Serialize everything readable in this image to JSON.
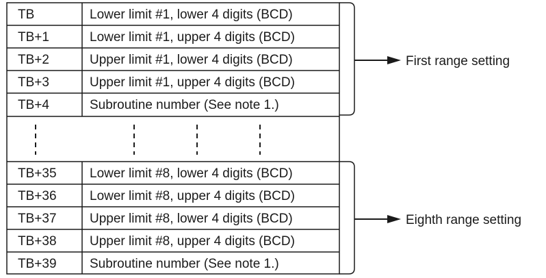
{
  "first_block": {
    "rows": [
      {
        "addr": "TB",
        "desc": "Lower limit #1, lower 4 digits (BCD)"
      },
      {
        "addr": "TB+1",
        "desc": "Lower limit #1, upper 4 digits (BCD)"
      },
      {
        "addr": "TB+2",
        "desc": "Upper limit #1, lower 4 digits (BCD)"
      },
      {
        "addr": "TB+3",
        "desc": "Upper limit #1, upper 4 digits (BCD)"
      },
      {
        "addr": "TB+4",
        "desc": "Subroutine number (See note 1.)"
      }
    ],
    "label": "First range setting"
  },
  "last_block": {
    "rows": [
      {
        "addr": "TB+35",
        "desc": "Lower limit #8, lower 4 digits (BCD)"
      },
      {
        "addr": "TB+36",
        "desc": "Lower limit #8, upper 4 digits (BCD)"
      },
      {
        "addr": "TB+37",
        "desc": "Upper limit #8, lower 4 digits (BCD)"
      },
      {
        "addr": "TB+38",
        "desc": "Upper limit #8, upper 4 digits (BCD)"
      },
      {
        "addr": "TB+39",
        "desc": "Subroutine number (See note 1.)"
      }
    ],
    "label": "Eighth range setting"
  },
  "colors": {
    "line": "#1a1a1a",
    "background": "#ffffff"
  }
}
